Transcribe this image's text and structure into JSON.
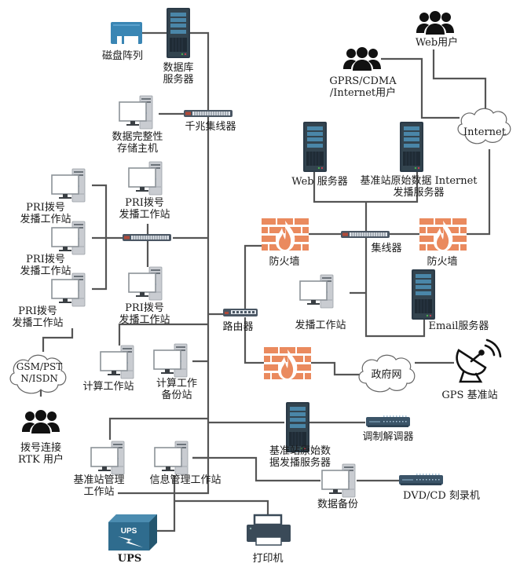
{
  "diagram": {
    "title": "",
    "colors": {
      "line": "#555555",
      "server_dark": "#2b3a47",
      "server_panel": "#4a86a8",
      "firewall": "#ea8a5e",
      "ups": "#2f6c8e",
      "disk": "#3a86b4",
      "hub": "#4a5663",
      "hub_red": "#b04a3a",
      "modem": "#3b5468",
      "pc_gray": "#c9ccd1",
      "users": "#111111"
    },
    "nodes": {
      "disk_array": "磁盘阵列",
      "db_server": "数据库\n服务器",
      "integrity_host": "数据完整性\n存储主机",
      "gigabit_hub": "千兆集线器",
      "web_users": "Web用户",
      "gprs_users": "GPRS/CDMA\n/Internet用户",
      "internet_cloud": "Internet",
      "web_server": "Web 服务器",
      "raw_data_internet_server": "基准站原始数据 Internet\n发播服务器",
      "pri_ws_1": "PRI拨号\n发播工作站",
      "pri_ws_2": "PRI拨号\n发播工作站",
      "pri_ws_3": "PRI拨号\n发播工作站",
      "pri_ws_4": "PRI拨号\n发播工作站",
      "pri_ws_5": "PRI拨号\n发播工作站",
      "firewall_left": "防火墙",
      "hub": "集线器",
      "firewall_right": "防火墙",
      "broadcast_ws": "发播工作站",
      "email_server": "Email服务器",
      "router": "路由器",
      "gsm_cloud": "GSM/PST\nN/ISDN",
      "dial_rtk_users": "拨号连接\nRTK 用户",
      "compute_ws": "计算工作站",
      "compute_backup_ws": "计算工作\n备份站",
      "firewall_gov": "",
      "gov_network": "政府网",
      "gps_station": "GPS 基准站",
      "raw_data_server": "基准站原始数\n据发播服务器",
      "modem": "调制解调器",
      "station_mgmt_ws": "基准站管理\n工作站",
      "info_mgmt_ws": "信息管理工作站",
      "data_backup": "数据备份",
      "dvd_burner": "DVD/CD 刻录机",
      "ups": "UPS",
      "ups_box_text": "UPS",
      "printer": "打印机"
    }
  }
}
